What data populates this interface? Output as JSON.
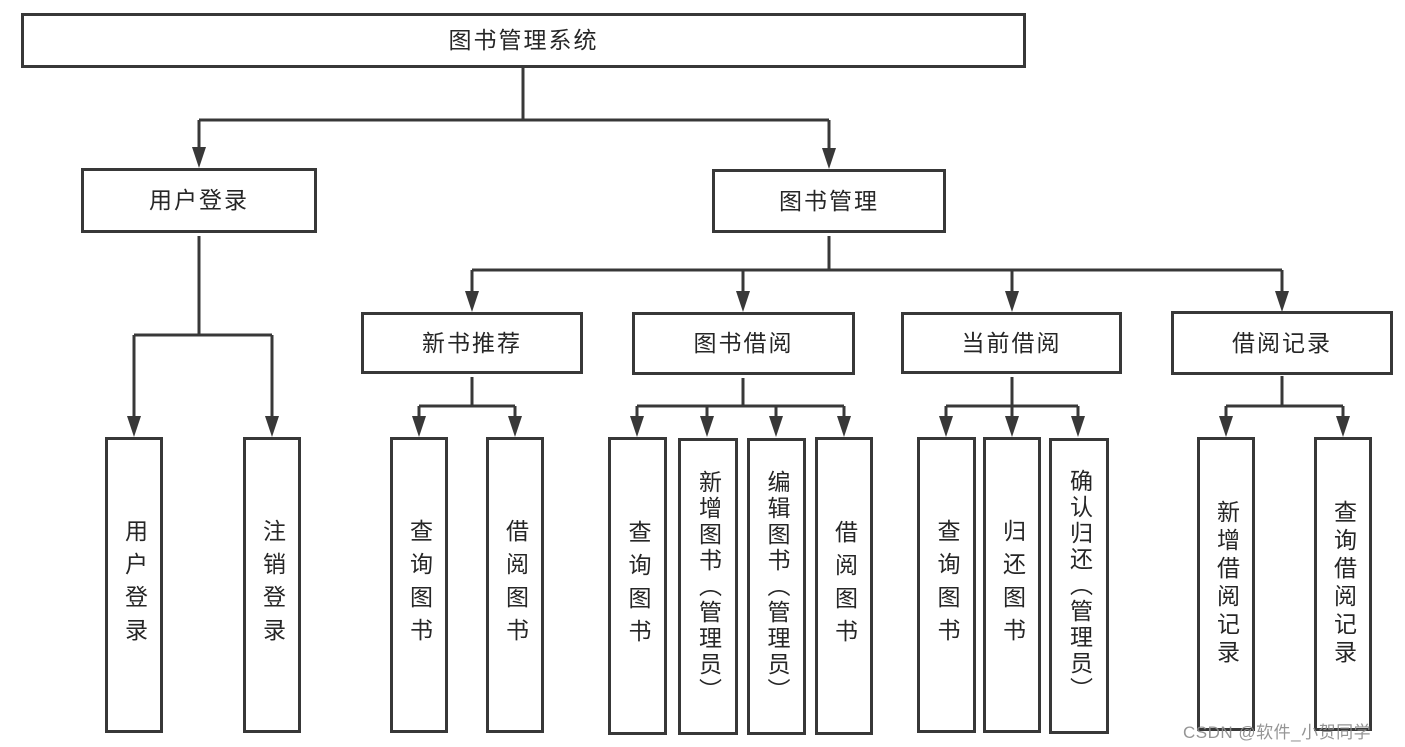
{
  "tree": {
    "label": "图书管理系统",
    "children": [
      {
        "label": "用户登录",
        "children": [
          {
            "label": "用户登录"
          },
          {
            "label": "注销登录"
          }
        ]
      },
      {
        "label": "图书管理",
        "children": [
          {
            "label": "新书推荐",
            "children": [
              {
                "label": "查询图书"
              },
              {
                "label": "借阅图书"
              }
            ]
          },
          {
            "label": "图书借阅",
            "children": [
              {
                "label": "查询图书"
              },
              {
                "label": "新增图书（管理员）"
              },
              {
                "label": "编辑图书（管理员）"
              },
              {
                "label": "借阅图书"
              }
            ]
          },
          {
            "label": "当前借阅",
            "children": [
              {
                "label": "查询图书"
              },
              {
                "label": "归还图书"
              },
              {
                "label": "确认归还（管理员）"
              }
            ]
          },
          {
            "label": "借阅记录",
            "children": [
              {
                "label": "新增借阅记录"
              },
              {
                "label": "查询借阅记录"
              }
            ]
          }
        ]
      }
    ]
  },
  "watermark": {
    "text": "CSDN @软件_小贺同学"
  },
  "colors": {
    "line": "#383838",
    "text": "#262626",
    "watermark": "#8c8c8c",
    "background": "#ffffff"
  }
}
